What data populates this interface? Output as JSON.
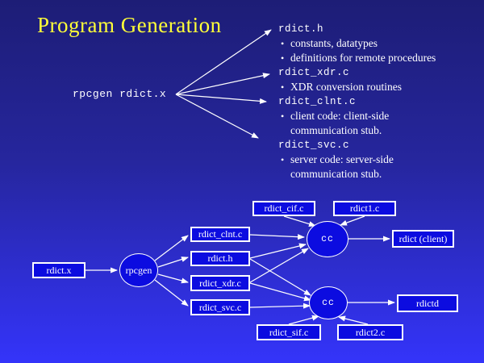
{
  "slide": {
    "title": "Program Generation",
    "command": "rpcgen rdict.x",
    "bullet_glyph": "•",
    "notes": [
      {
        "file": "rdict.h"
      },
      {
        "bullet": "constants, datatypes"
      },
      {
        "bullet": "definitions for remote procedures"
      },
      {
        "file": "rdict_xdr.c"
      },
      {
        "bullet": "XDR conversion routines"
      },
      {
        "file": "rdict_clnt.c"
      },
      {
        "bullet": "client code: client-side"
      },
      {
        "cont": "communication stub."
      },
      {
        "file": "rdict_svc.c"
      },
      {
        "bullet": "server code: server-side"
      },
      {
        "cont": "communication stub."
      }
    ]
  },
  "diagram": {
    "nodes": {
      "rdict_x": "rdict.x",
      "rpcgen": "rpcgen",
      "rdict_clnt": "rdict_clnt.c",
      "rdict_h": "rdict.h",
      "rdict_xdr": "rdict_xdr.c",
      "rdict_svc": "rdict_svc.c",
      "rdict_cif": "rdict_cif.c",
      "rdict1": "rdict1.c",
      "cc_client": "cc",
      "cc_server": "cc",
      "rdict_client": "rdict (client)",
      "rdictd": "rdictd",
      "rdict_sif": "rdict_sif.c",
      "rdict2": "rdict2.c"
    }
  },
  "colors": {
    "background_top": "#1d1d76",
    "background_bottom": "#3434fa",
    "title_text": "#ffff38",
    "node_fill": "#0c0ce0",
    "node_border": "#ffffff",
    "body_text": "#ffffff"
  }
}
